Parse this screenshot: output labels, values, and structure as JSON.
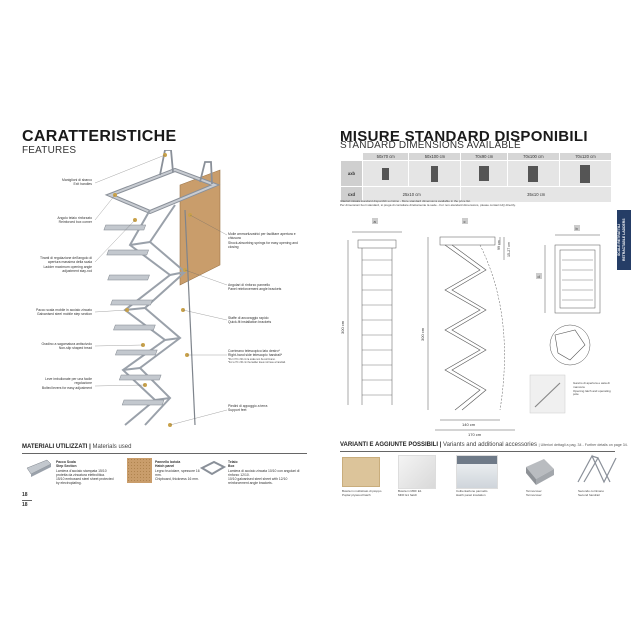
{
  "left": {
    "title": "CARATTERISTICHE",
    "subtitle": "FEATURES",
    "callouts_left": [
      {
        "it": "Maniglioni di sbarco",
        "en": "Exit handles"
      },
      {
        "it": "Angolo telaio rinforzato",
        "en": "Reinforced box corner"
      },
      {
        "it": "Tiranti di regolazione dell'angolo di apertura massima della scala",
        "en": "Ladder maximum opening angle adjustment stay-rod"
      },
      {
        "it": "Pacco scala mobile in acciaio zincato",
        "en": "Galvanised steel mobile step section"
      },
      {
        "it": "Gradino a sagomatura antiscivolo",
        "en": "Non-slip shaped tread"
      },
      {
        "it": "Leve imbullonate per una facile regolazione",
        "en": "Bolted levers for easy adjustment"
      }
    ],
    "callouts_right": [
      {
        "it": "Molle ammortizzatrici per facilitare apertura e chiusura",
        "en": "Shock-absorbing springs for easy opening and closing"
      },
      {
        "it": "Angolari di rinforzo pannello",
        "en": "Panel reinforcement angle brackets"
      },
      {
        "it": "Staffe di ancoraggio rapido",
        "en": "Quick-fit installation brackets"
      },
      {
        "it": "Corrimano telescopico lato destro*",
        "en": "Right-hand side telescopic handrail*"
      },
      {
        "it": "Piedini di appoggio a terra",
        "en": "Support feet"
      }
    ],
    "handrail_note": "*Per il 70 x 60 cm la scala non ha corrimano.\n*For a 70 x 60 cm the ladder does not have a handrail.",
    "materials_title": "MATERIALI UTILIZZATI",
    "materials_title_en": "Materials used",
    "materials": [
      {
        "name": "Pacco Scala\nStep Section",
        "desc": "Lamiera d'acciaio stampata 15/10 protetta da zincatura elettrolitica.\n15/10 embossed steel sheet protected by electroplating."
      },
      {
        "name": "Pannello botola\nHatch panel",
        "desc": "Legno truciolare, spessore 16 mm.\nChipboard, thickness 16 mm."
      },
      {
        "name": "Telaio\nBox",
        "desc": "Lamiera di acciaio zincata 10/10 con angolari di rinforzo 12/10.\n10/10 galvanised steel sheet with 12/10 reinforcement angle brackets."
      }
    ],
    "page_number": "18"
  },
  "right": {
    "title": "MISURE STANDARD DISPONIBILI",
    "subtitle": "STANDARD DIMENSIONS AVAILABLE",
    "side_tab": "SCALE RETRATTILI\nRETRACTABLE LADDERS",
    "table": {
      "sizes": [
        "50x70 cm",
        "50x100 cm",
        "70x90 cm",
        "70x100 cm",
        "70x120 cm"
      ],
      "row1_label": "axb",
      "row2_label": "cxd",
      "cxd_values": [
        "25x10 cm",
        "35x10 cm"
      ]
    },
    "notes": "Ulteriori misure standard disponibili su listino - More standard dimensions available in the price list.\nPer dimensioni fuori standard, si prega di contattare direttamente la sede - For non-standard dimensions, please contact HQ directly.",
    "drawing_labels": {
      "top_a": "a",
      "top_c": "c",
      "side_b": "b",
      "side_d": "d",
      "dim_99": "99 cm",
      "dim_1527": "15-27 cm",
      "dim_300": "300 cm",
      "dim_300b": "300 cm",
      "dim_140": "140 cm",
      "dim_170": "170 cm",
      "pole_note": "Gancio di apertura e asta di manovra\nOpening latch and operating pole"
    },
    "variants_title": "VARIANTI E AGGIUNTE POSSIBILI",
    "variants_title_en": "Variants and additional accessories",
    "variants_ref": "Ulteriori dettagli a pag. 34 - Further details on page 34.",
    "variants": [
      {
        "label": "Botola in multistrato di pioppo\nPoplar plywood hatch"
      },
      {
        "label": "Botola in MDF E1\nMDF E1 hatch"
      },
      {
        "label": "Coibentazione pannello\nHatch panel insulation"
      },
      {
        "label": "Termocover\nTermocover"
      },
      {
        "label": "Secondo corrimano\nSecond handrail"
      }
    ]
  },
  "colors": {
    "tab": "#253d66",
    "steel": "#a7adb5",
    "wood": "#c99d6b",
    "table_bg": "#e5e5e5"
  }
}
